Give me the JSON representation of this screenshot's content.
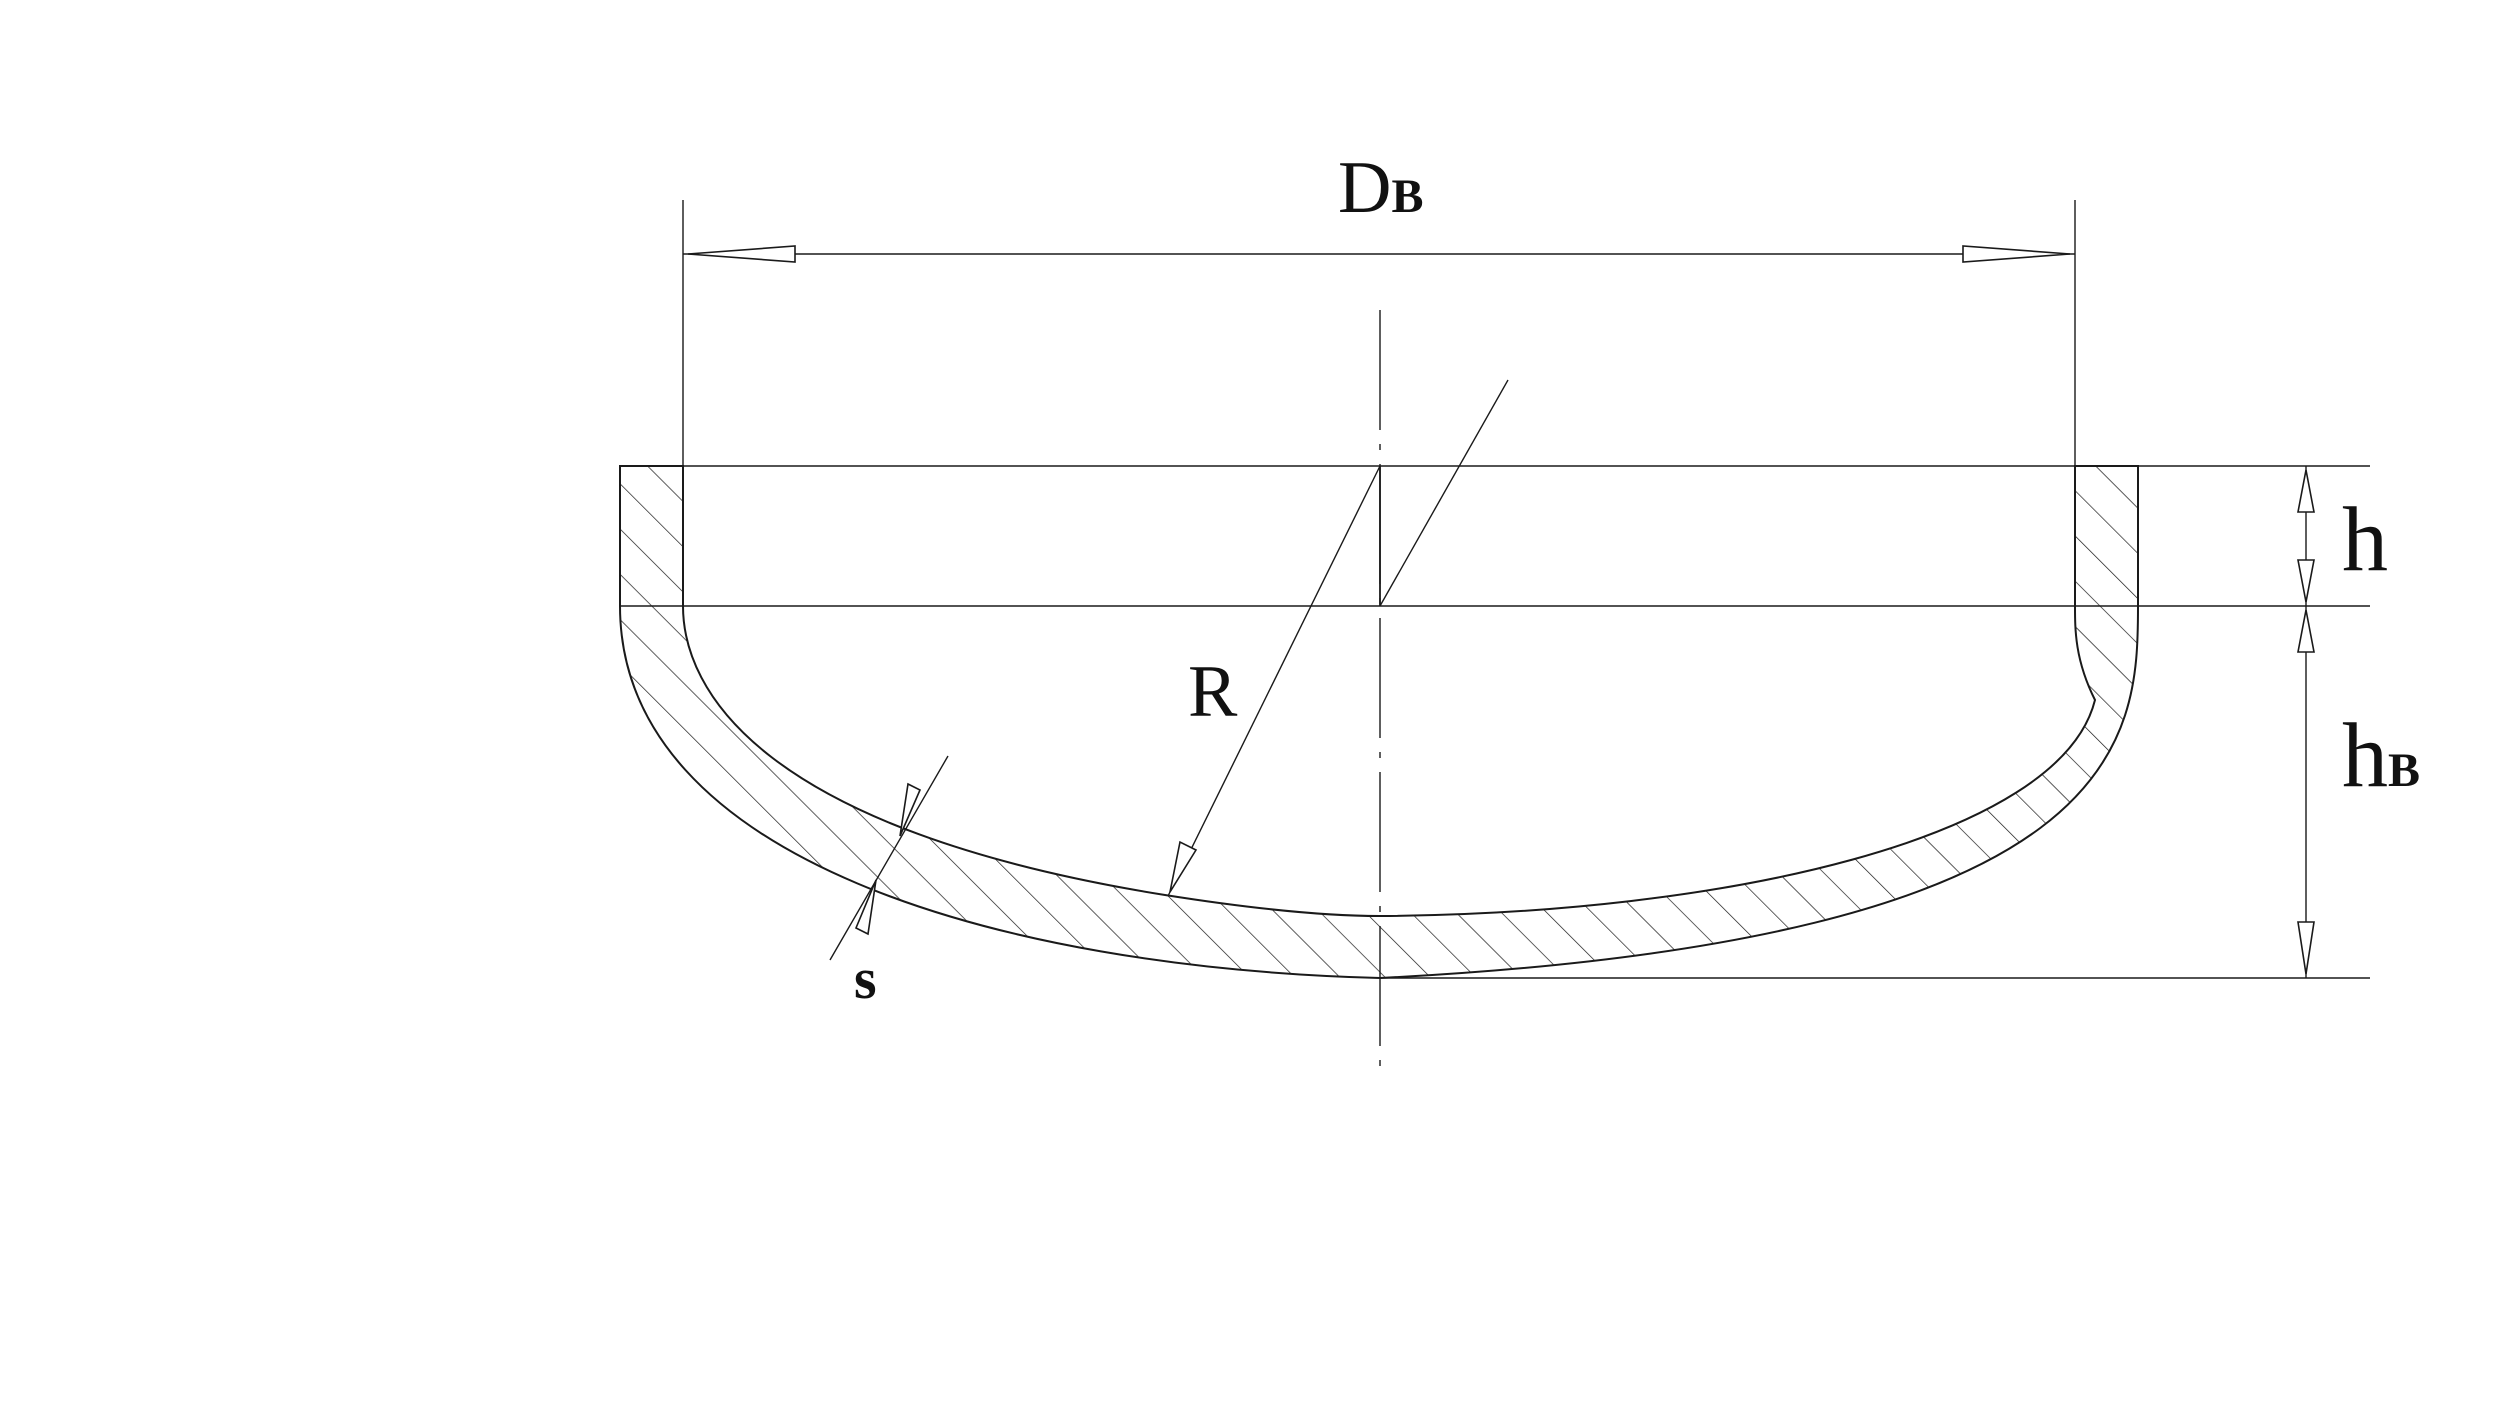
{
  "labels": {
    "diameter": "D",
    "diameter_sub": "B",
    "radius": "R",
    "thickness": "s",
    "flange_height": "h",
    "head_height": "h",
    "head_height_sub": "B"
  },
  "colors": {
    "line": "#1a1a1a",
    "background": "#ffffff"
  }
}
